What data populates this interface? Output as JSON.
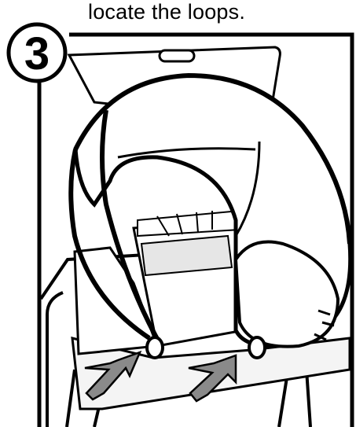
{
  "step": {
    "number": "3",
    "instruction": "locate the loops."
  },
  "illustration": {
    "subject": "infant car seat with canopy on stroller frame",
    "callouts": [
      {
        "icon": "arrow-icon",
        "target": "left-loop"
      },
      {
        "icon": "arrow-icon",
        "target": "right-loop"
      }
    ]
  },
  "colors": {
    "ink": "#000000",
    "paper": "#ffffff",
    "arrow_fill": "#8a8a8a",
    "shade": "#dcdcdc"
  }
}
